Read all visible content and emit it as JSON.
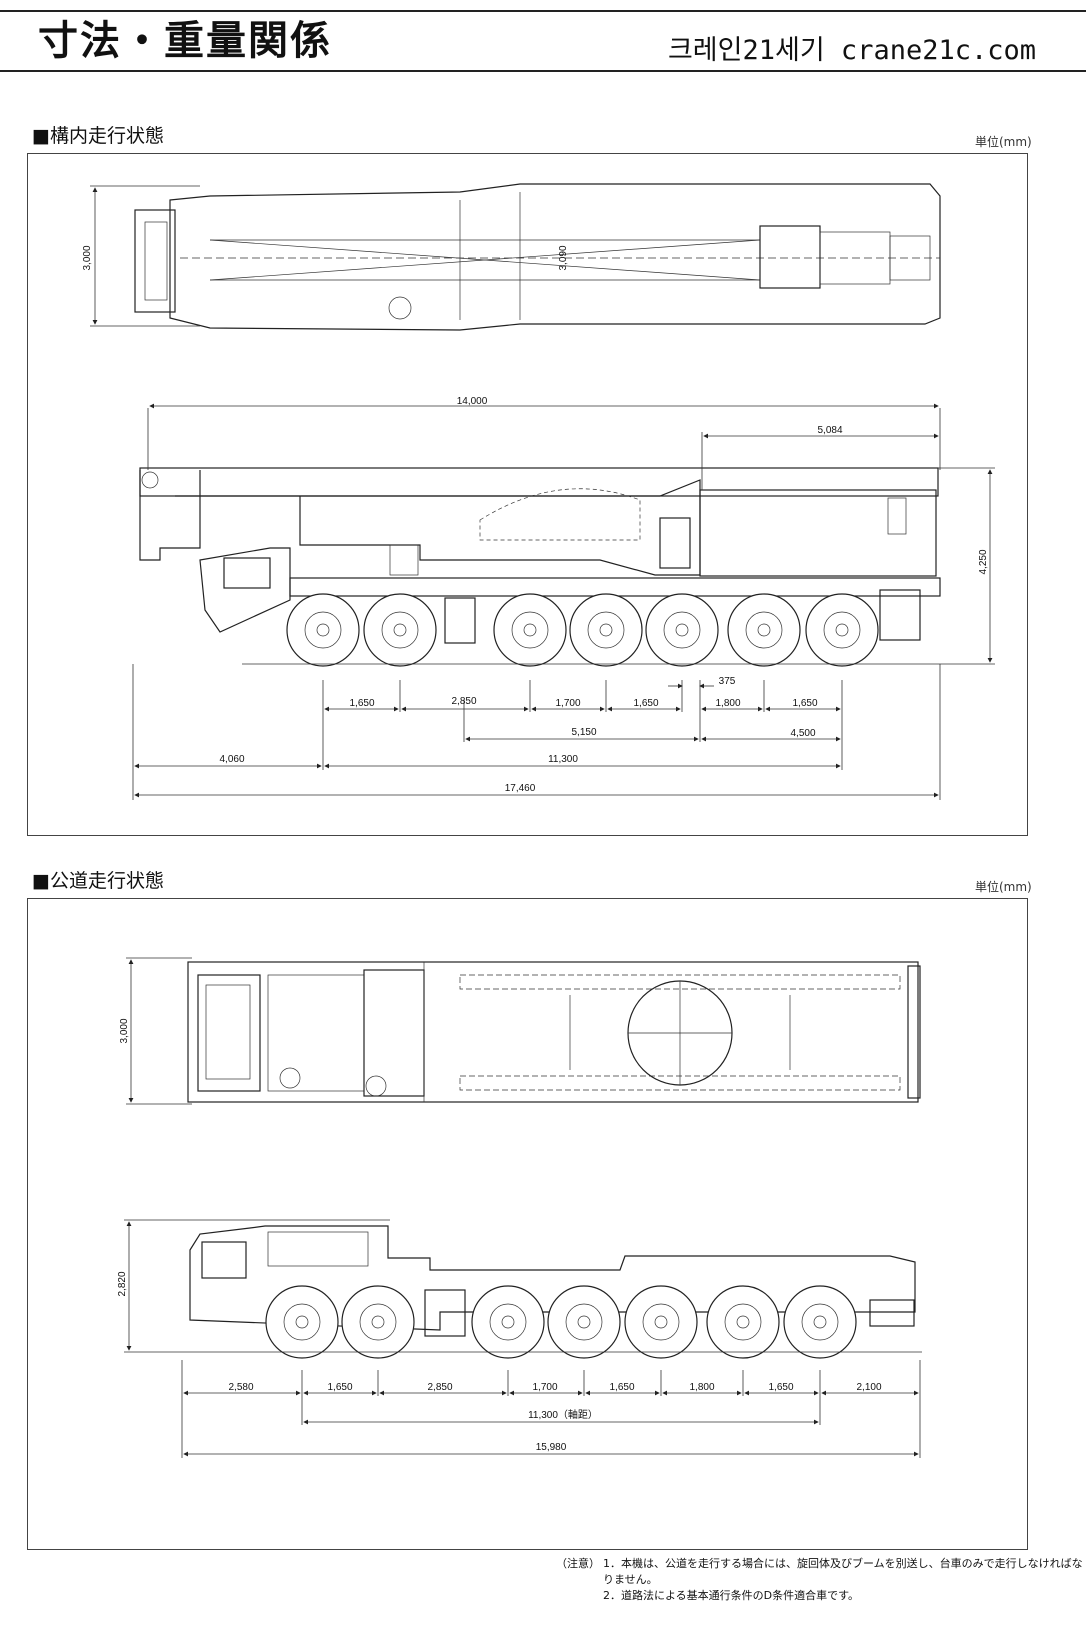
{
  "header": {
    "title": "寸法・重量関係",
    "brand": "크레인21세기 crane21c.com"
  },
  "section1": {
    "title": "■構内走行状態",
    "unit": "単位(mm)",
    "top_view": {
      "height_dim": "3,000",
      "center_dim": "3,090"
    },
    "side_view": {
      "overall_top": "14,000",
      "rear_top": "5,084",
      "height": "4,250",
      "axle_row1": [
        "1,650",
        "2,850",
        "1,700",
        "1,650",
        "1,800",
        "1,650"
      ],
      "small_gap": "375",
      "row2_a": "5,150",
      "row2_b": "4,500",
      "row3_a": "4,060",
      "row3_b": "11,300",
      "overall": "17,460"
    }
  },
  "section2": {
    "title": "■公道走行状態",
    "unit": "単位(mm)",
    "top_view": {
      "height_dim": "3,000"
    },
    "side_view": {
      "height": "2,820",
      "axle_row": [
        "2,580",
        "1,650",
        "2,850",
        "1,700",
        "1,650",
        "1,800",
        "1,650",
        "2,100"
      ],
      "wheelbase": "11,300（軸距）",
      "overall": "15,980"
    }
  },
  "notes": {
    "heading": "（注意）",
    "n1": "1．本機は、公道を走行する場合には、旋回体及びブームを別送し、台車のみで走行しなければなりません。",
    "n2": "2．道路法による基本通行条件のD条件適合車です。"
  }
}
